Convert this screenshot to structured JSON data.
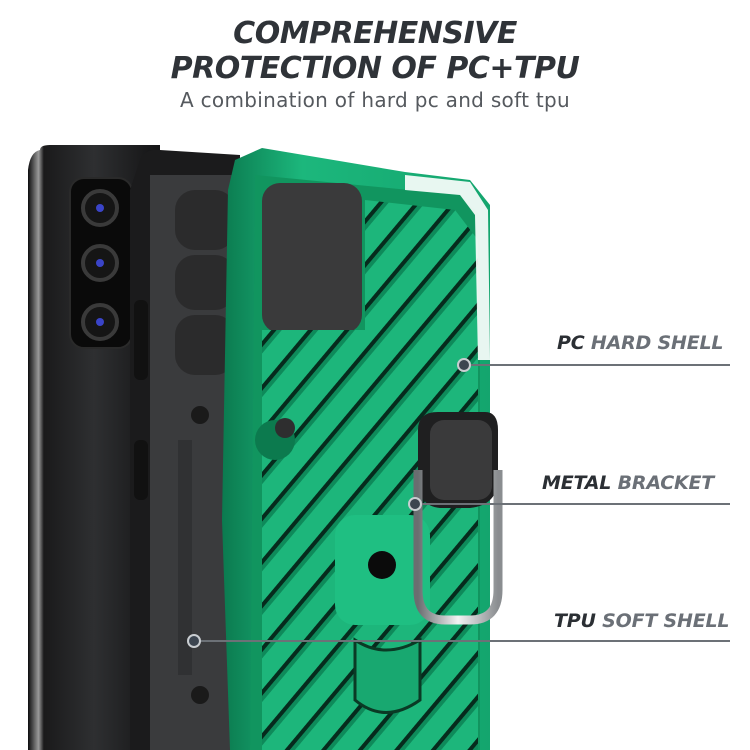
{
  "header": {
    "title_line1": "COMPREHENSIVE",
    "title_line2": "PROTECTION OF PC+TPU",
    "subtitle": "A combination of hard pc and soft tpu"
  },
  "callouts": [
    {
      "strong": "PC",
      "rest": " HARD SHELL"
    },
    {
      "strong": "METAL",
      "rest": " BRACKET"
    },
    {
      "strong": "TPU",
      "rest": " SOFT SHELL"
    }
  ],
  "colors": {
    "case_green": "#12a06a",
    "case_green_light": "#22c083",
    "case_green_dark": "#0a6e48",
    "phone_black": "#1a1a1b",
    "tpu_gray": "#3a3b3d",
    "text_dark": "#2f3338",
    "text_light": "#6b7077"
  },
  "product_image": {
    "icons": [
      "phone-back",
      "camera-lens",
      "ring-holder-icon",
      "camera-slider"
    ]
  }
}
